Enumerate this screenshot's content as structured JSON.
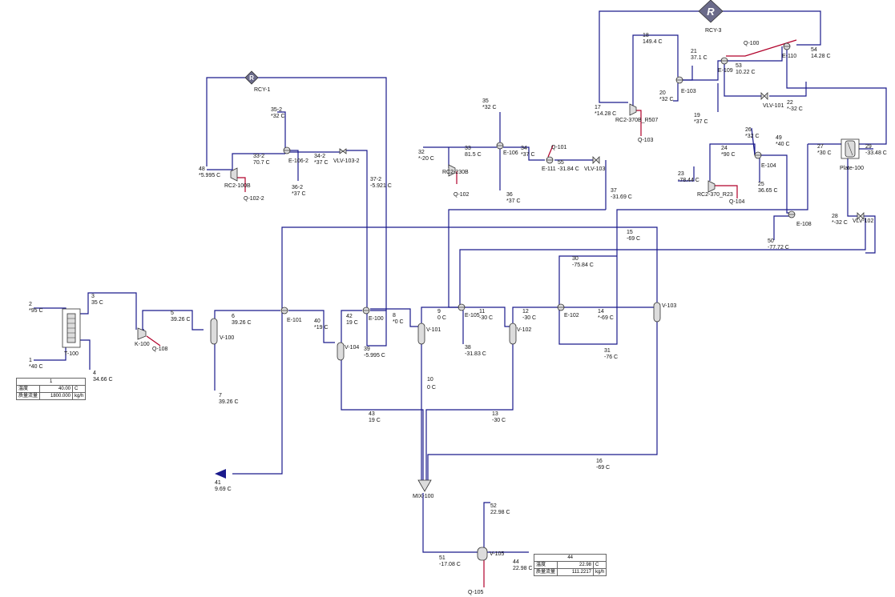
{
  "recycles": [
    {
      "id": "RCY-1",
      "label": "RCY-1",
      "glyph": "R"
    },
    {
      "id": "RCY-3",
      "label": "RCY-3",
      "glyph": "R"
    }
  ],
  "units": {
    "T-100": "T-100",
    "K-100": "K-100",
    "Q-108": "Q-108",
    "V-100": "V-100",
    "E-101": "E-101",
    "V-104": "V-104",
    "E-100": "E-100",
    "V-101": "V-101",
    "E-105": "E-105",
    "V-102": "V-102",
    "E-102": "E-102",
    "V-103": "V-103",
    "MIX-100": "MIX-100",
    "V-105": "V-105",
    "Q-105": "Q-105",
    "RC2-100B": "RC2-100B",
    "Q-102-2": "Q-102-2",
    "E-106-2": "E-106-2",
    "VLV-103-2": "VLV-103-2",
    "RC2-230B": "RC2-230B",
    "Q-102": "Q-102",
    "E-106": "E-106",
    "E-111": "E-111",
    "Q-101": "Q-101",
    "VLV-103": "VLV-103",
    "RC2-370B_R507": "RC2-370B_R507",
    "Q-103": "Q-103",
    "E-103": "E-103",
    "E-109": "E-109",
    "Q-100": "Q-100",
    "E-110": "E-110",
    "VLV-101": "VLV-101",
    "Plate-100": "Plate-100",
    "RC2-370_R23": "RC2-370_R23",
    "Q-104": "Q-104",
    "E-104": "E-104",
    "E-108": "E-108",
    "VLV-102": "VLV-102"
  },
  "streams": [
    {
      "num": "1",
      "temp": "*40 C"
    },
    {
      "num": "2",
      "temp": "*95 C"
    },
    {
      "num": "3",
      "temp": "35 C"
    },
    {
      "num": "4",
      "temp": "34.66 C"
    },
    {
      "num": "5",
      "temp": "39.26 C"
    },
    {
      "num": "6",
      "temp": "39.26 C"
    },
    {
      "num": "7",
      "temp": "39.26 C"
    },
    {
      "num": "8",
      "temp": "*0 C"
    },
    {
      "num": "9",
      "temp": "0 C"
    },
    {
      "num": "10",
      "temp": "0 C"
    },
    {
      "num": "11",
      "temp": "-30 C"
    },
    {
      "num": "12",
      "temp": "-30 C"
    },
    {
      "num": "13",
      "temp": "-30 C"
    },
    {
      "num": "14",
      "temp": "*-69 C"
    },
    {
      "num": "15",
      "temp": "-69 C"
    },
    {
      "num": "16",
      "temp": "-69 C"
    },
    {
      "num": "17",
      "temp": "*14.28 C"
    },
    {
      "num": "18",
      "temp": "149.4 C"
    },
    {
      "num": "19",
      "temp": "*37 C"
    },
    {
      "num": "20",
      "temp": "*32 C"
    },
    {
      "num": "21",
      "temp": "37.1 C"
    },
    {
      "num": "22",
      "temp": "*-32 C"
    },
    {
      "num": "23",
      "temp": "-78.44 C"
    },
    {
      "num": "24",
      "temp": "*90 C"
    },
    {
      "num": "25",
      "temp": "36.65 C"
    },
    {
      "num": "26",
      "temp": "*32 C"
    },
    {
      "num": "27",
      "temp": "*30 C"
    },
    {
      "num": "28",
      "temp": "*-32 C"
    },
    {
      "num": "29",
      "temp": "-33.48 C"
    },
    {
      "num": "30",
      "temp": "-75.84 C"
    },
    {
      "num": "31",
      "temp": "-76 C"
    },
    {
      "num": "32",
      "temp": "*-20 C"
    },
    {
      "num": "33",
      "temp": "81.5 C"
    },
    {
      "num": "34",
      "temp": "*37 C"
    },
    {
      "num": "35",
      "temp": "*32 C"
    },
    {
      "num": "36",
      "temp": "*37 C"
    },
    {
      "num": "37",
      "temp": "-31.69 C"
    },
    {
      "num": "38",
      "temp": "-31.83 C"
    },
    {
      "num": "39",
      "temp": "-5.995 C"
    },
    {
      "num": "40",
      "temp": "*19 C"
    },
    {
      "num": "41",
      "temp": "9.69 C"
    },
    {
      "num": "42",
      "temp": "19 C"
    },
    {
      "num": "43",
      "temp": "19 C"
    },
    {
      "num": "44",
      "temp": "22.98 C"
    },
    {
      "num": "48",
      "temp": "*5.995 C"
    },
    {
      "num": "49",
      "temp": "*40 C"
    },
    {
      "num": "50",
      "temp": "-77.72 C"
    },
    {
      "num": "51",
      "temp": "-17.08 C"
    },
    {
      "num": "52",
      "temp": "22.98 C"
    },
    {
      "num": "53",
      "temp": "10.22 C"
    },
    {
      "num": "54",
      "temp": "14.28 C"
    },
    {
      "num": "55",
      "temp": "-31.84 C"
    },
    {
      "num": "33-2",
      "temp": "70.7 C"
    },
    {
      "num": "34-2",
      "temp": "*37 C"
    },
    {
      "num": "35-2",
      "temp": "*32 C"
    },
    {
      "num": "36-2",
      "temp": "*37 C"
    },
    {
      "num": "37-2",
      "temp": "-5.921 C"
    }
  ],
  "condition_tables": [
    {
      "stream": "1",
      "temp_label": "温度",
      "temp_value": "40.00",
      "temp_unit": "C",
      "flow_label": "质量流量",
      "flow_value": "1800.000",
      "flow_unit": "kg/h"
    },
    {
      "stream": "44",
      "temp_label": "温度",
      "temp_value": "22.98",
      "temp_unit": "C",
      "flow_label": "质量流量",
      "flow_value": "111.2217",
      "flow_unit": "kg/h"
    }
  ],
  "colors": {
    "material_stream": "#1a1a8c",
    "energy_stream": "#b0002a",
    "equipment_fill": "#dcdcdc",
    "recycle_fill": "#6b6b8a"
  }
}
